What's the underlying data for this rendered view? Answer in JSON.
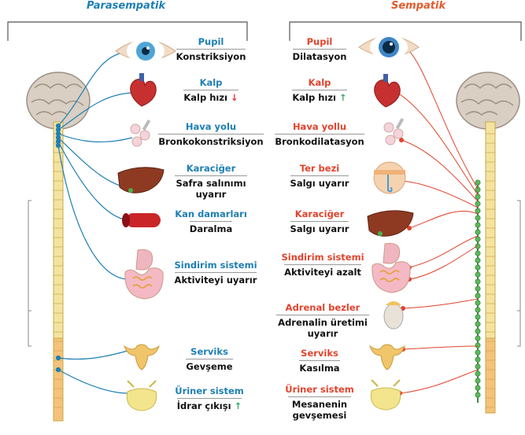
{
  "headers": {
    "parasympathetic": "Parasempatik",
    "sympathetic": "Sempatik"
  },
  "colors": {
    "parasympathetic": "#1d7fb5",
    "sympathetic": "#e2432c",
    "spine": "#f4e3a0",
    "ganglia": "#5cb85c"
  },
  "parasympathetic": [
    {
      "name": "Pupil",
      "effect": "Konstriksiyon",
      "icon": "eye-icon"
    },
    {
      "name": "Kalp",
      "effect": "Kalp hızı",
      "arrow": "↓",
      "icon": "heart-icon"
    },
    {
      "name": "Hava yolu",
      "effect": "Bronkokonstriksiyon",
      "icon": "lungs-icon"
    },
    {
      "name": "Karaciğer",
      "effect": "Safra salınımı uyarır",
      "icon": "liver-icon"
    },
    {
      "name": "Kan damarları",
      "effect": "Daralma",
      "icon": "blood-vessel-icon"
    },
    {
      "name": "Sindirim sistemi",
      "effect": "Aktiviteyi uyarır",
      "icon": "digestive-icon"
    },
    {
      "name": "Serviks",
      "effect": "Gevşeme",
      "icon": "uterus-icon"
    },
    {
      "name": "Üriner sistem",
      "effect": "İdrar çıkışı",
      "arrow": "↑",
      "icon": "bladder-icon"
    }
  ],
  "sympathetic": [
    {
      "name": "Pupil",
      "effect": "Dilatasyon",
      "icon": "eye-icon"
    },
    {
      "name": "Kalp",
      "effect": "Kalp hızı",
      "arrow": "↑",
      "icon": "heart-icon"
    },
    {
      "name": "Hava yollu",
      "effect": "Bronkodilatasyon",
      "icon": "lungs-icon"
    },
    {
      "name": "Ter bezi",
      "effect": "Salgı uyarır",
      "icon": "sweat-gland-icon"
    },
    {
      "name": "Karaciğer",
      "effect": "Salgı uyarır",
      "icon": "liver-icon"
    },
    {
      "name": "Sindirim sistemi",
      "effect": "Aktiviteyi azalt",
      "icon": "digestive-icon"
    },
    {
      "name": "Adrenal bezler",
      "effect": "Adrenalin üretimi uyarır",
      "icon": "adrenal-icon"
    },
    {
      "name": "Serviks",
      "effect": "Kasılma",
      "icon": "uterus-icon"
    },
    {
      "name": "Üriner sistem",
      "effect": "Mesanenin gevşemesi",
      "icon": "bladder-icon"
    }
  ]
}
